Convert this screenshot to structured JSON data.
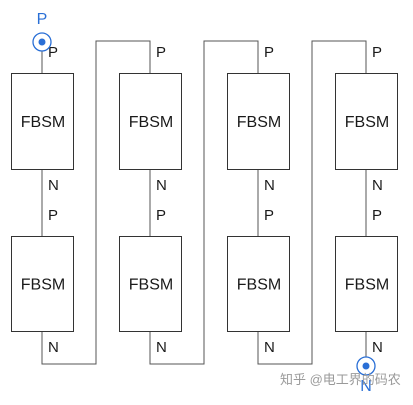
{
  "diagram": {
    "module_label": "FBSM",
    "pin_top": "P",
    "pin_bottom": "N",
    "terminal_top_label": "P",
    "terminal_bottom_label": "N",
    "terminal_color": "#2a6fd6",
    "line_color": "#555555",
    "columns": 4,
    "modules_per_column": 2
  },
  "watermark": "知乎 @电工界的码农"
}
